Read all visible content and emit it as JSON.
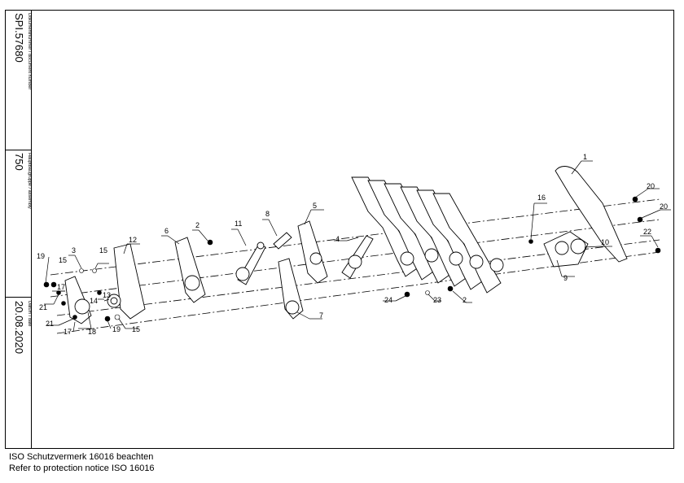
{
  "title_block": {
    "document_number_label": "Dokumentnummer / document number",
    "document_number": "SPI.57680",
    "assembly_label": "Hauptbaugruppe / assembly",
    "assembly": "750",
    "date_label": "Datum / date",
    "date": "20.08.2020"
  },
  "part_labels": [
    "1",
    "2",
    "3",
    "4",
    "5",
    "6",
    "7",
    "8",
    "9",
    "10",
    "11",
    "12",
    "13",
    "14",
    "15",
    "16",
    "17",
    "18",
    "19",
    "20",
    "21",
    "22",
    "23",
    "24"
  ],
  "footer": {
    "line_de": "ISO Schutzvermerk 16016 beachten",
    "line_en": "Refer to protection notice ISO 16016"
  }
}
